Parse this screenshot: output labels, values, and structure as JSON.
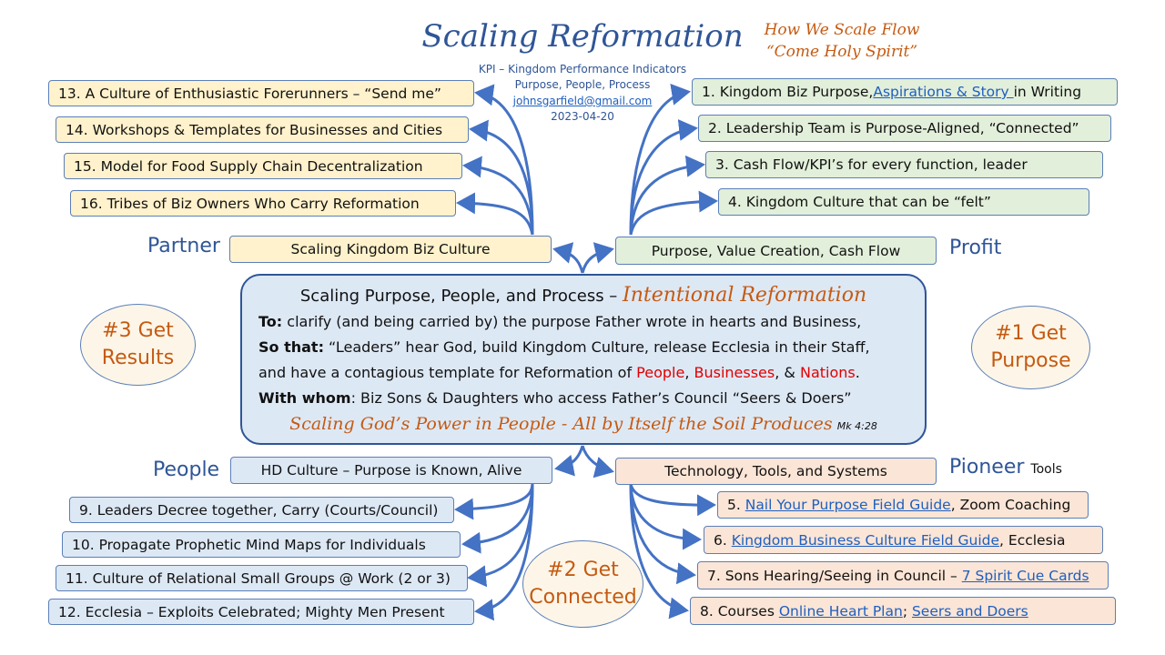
{
  "header": {
    "title": "Scaling Reformation",
    "kpi": "KPI – Kingdom Performance Indicators",
    "ppp": "Purpose, People, Process",
    "email": "johnsgarfield@gmail.com",
    "date": "2023-04-20",
    "how_we_scale": "How We Scale Flow",
    "come_holy": "“Come Holy Spirit”"
  },
  "quadrants": {
    "partner": "Partner",
    "profit": "Profit",
    "people": "People",
    "pioneer": "Pioneer",
    "tools": "Tools"
  },
  "hubs": {
    "partner": "Scaling Kingdom Biz Culture",
    "profit": "Purpose, Value Creation, Cash Flow",
    "people": "HD Culture – Purpose is Known, Alive",
    "pioneer": "Technology, Tools, and Systems"
  },
  "partner_items": [
    "13. A Culture of Enthusiastic Forerunners – “Send me”",
    "14. Workshops & Templates for Businesses and Cities",
    "15. Model for Food Supply Chain Decentralization",
    "16. Tribes of Biz Owners Who Carry Reformation"
  ],
  "profit_items": {
    "i1_pre": "1. Kingdom Biz Purpose, ",
    "i1_link": "Aspirations & Story ",
    "i1_post": "in Writing",
    "i2": "2. Leadership Team is Purpose-Aligned, “Connected”",
    "i3": "3. Cash Flow/KPI’s for every function, leader",
    "i4": "4. Kingdom Culture that can be “felt”"
  },
  "people_items": [
    "9. Leaders Decree together, Carry (Courts/Council)",
    "10. Propagate Prophetic Mind Maps for Individuals",
    "11. Culture of Relational Small Groups @ Work (2 or 3)",
    "12. Ecclesia – Exploits Celebrated; Mighty Men Present"
  ],
  "pioneer_items": {
    "i5_pre": "5. ",
    "i5_link": "Nail Your Purpose Field Guide",
    "i5_post": ", Zoom Coaching",
    "i6_pre": "6. ",
    "i6_link": "Kingdom Business Culture Field Guide",
    "i6_post": ", Ecclesia",
    "i7_pre": "7. Sons Hearing/Seeing in Council – ",
    "i7_link": "7 Spirit Cue Cards",
    "i8_pre": "8. Courses ",
    "i8_link1": "Online Heart Plan",
    "i8_sep": "; ",
    "i8_link2": "Seers and Doers"
  },
  "ovals": {
    "results_1": "#3 Get",
    "results_2": "Results",
    "purpose_1": "#1 Get",
    "purpose_2": "Purpose",
    "connected_1": "#2 Get",
    "connected_2": "Connected"
  },
  "center": {
    "head": "Scaling Purpose, People, and Process – ",
    "head_script": "Intentional Reformation",
    "to_label": "To:",
    "to_text": " clarify (and being carried by) the purpose Father wrote in hearts and Business,",
    "so_label": "So that:",
    "so_text": " “Leaders” hear God, build Kingdom Culture, release Ecclesia in their Staff,",
    "line3_pre": "and have a contagious template for Reformation of ",
    "people": "People",
    "comma1": ", ",
    "businesses": "Businesses",
    "amp": ", & ",
    "nations": "Nations",
    "period": ".",
    "whom_label": "With whom",
    "whom_text": ": Biz Sons & Daughters who access Father’s Council “Seers & Doers”",
    "footer_script": "Scaling God’s Power in People - All by Itself the Soil Produces",
    "footer_ref": "Mk 4:28"
  },
  "colors": {
    "accent_blue": "#2f5597",
    "connector": "#4472c4",
    "script_orange": "#c55a11",
    "highlight_red": "#e00000",
    "yellow": "#fff2cc",
    "green": "#e2efda",
    "light_blue": "#dde8f5",
    "peach": "#fbe5d6"
  }
}
